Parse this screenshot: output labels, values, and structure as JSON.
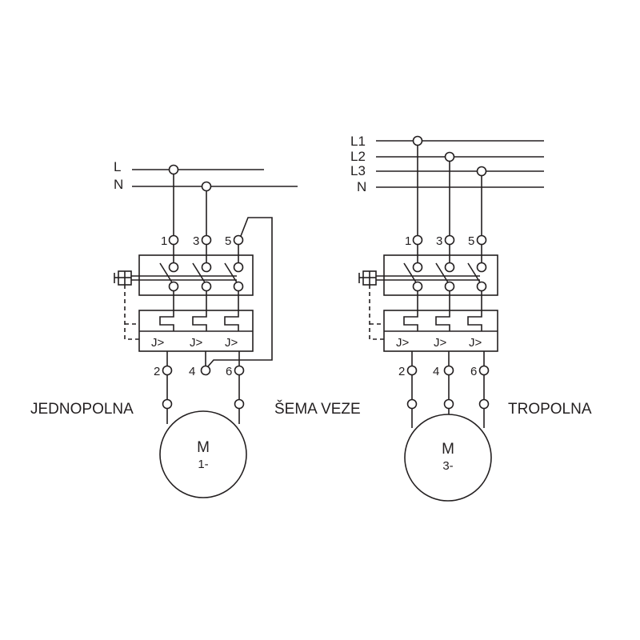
{
  "title_left": "JEDNOPOLNA",
  "title_center": "ŠEMA VEZE",
  "title_right": "TROPOLNA",
  "left": {
    "lines": [
      "L",
      "N"
    ],
    "inputs": [
      "1",
      "3",
      "5"
    ],
    "outputs": [
      "2",
      "4",
      "6"
    ],
    "trips": [
      "J>",
      "J>",
      "J>"
    ],
    "motor": {
      "label": "M",
      "type": "1-"
    }
  },
  "right": {
    "lines": [
      "L1",
      "L2",
      "L3",
      "N"
    ],
    "inputs": [
      "1",
      "3",
      "5"
    ],
    "outputs": [
      "2",
      "4",
      "6"
    ],
    "trips": [
      "J>",
      "J>",
      "J>"
    ],
    "motor": {
      "label": "M",
      "type": "3-"
    }
  }
}
